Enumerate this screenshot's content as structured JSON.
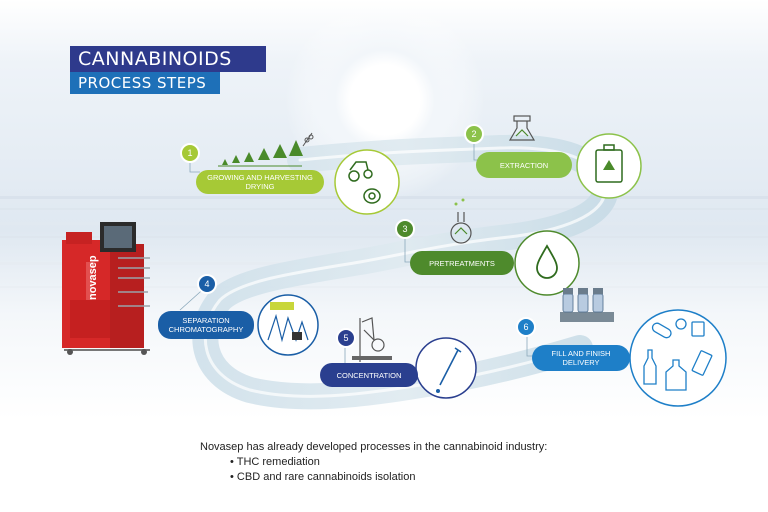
{
  "title": {
    "line1": "CANNABINOIDS",
    "line2": "PROCESS STEPS"
  },
  "equipment_brand": "novasep",
  "steps": [
    {
      "number": "1",
      "label": "GROWING AND HARVESTING DRYING",
      "color": "#a6c936"
    },
    {
      "number": "2",
      "label": "EXTRACTION",
      "color": "#8cc24a"
    },
    {
      "number": "3",
      "label": "PRETREATMENTS",
      "color": "#4e8a2c"
    },
    {
      "number": "4",
      "label": "SEPARATION CHROMATOGRAPHY",
      "color": "#1a5ea6"
    },
    {
      "number": "5",
      "label": "CONCENTRATION",
      "color": "#2a3f8f"
    },
    {
      "number": "6",
      "label": "FILL AND FINISH DELIVERY",
      "color": "#1e7fc8"
    }
  ],
  "footer": {
    "intro": "Novasep has already developed processes in the cannabinoid industry:",
    "bullets": [
      "THC remediation",
      "CBD and rare cannabinoids isolation"
    ]
  },
  "colors": {
    "title_dark": "#2e3a8c",
    "title_light": "#1e70b8",
    "equipment_red": "#d62828",
    "path": "#c5dbe8"
  },
  "icons": [
    "cannabis-plants-icon",
    "scissors-icon",
    "tractor-icon",
    "hay-bale-icon",
    "flask-icon",
    "jerrycan-icon",
    "droplet-icon",
    "chromatogram-icon",
    "rotary-evaporator-icon",
    "pipette-icon",
    "vials-icon",
    "pills-icon",
    "bottles-icon"
  ]
}
